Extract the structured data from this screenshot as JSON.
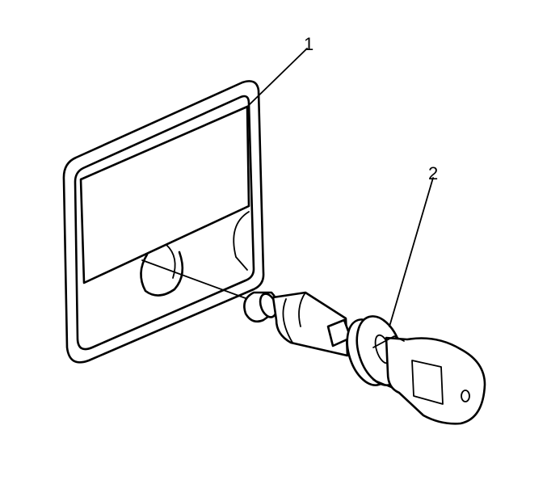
{
  "callouts": [
    {
      "label": "1",
      "target": "lock-opening"
    },
    {
      "label": "2",
      "target": "lock-cylinder-and-key"
    }
  ],
  "colors": {
    "line": "#000000",
    "background": "#ffffff"
  }
}
